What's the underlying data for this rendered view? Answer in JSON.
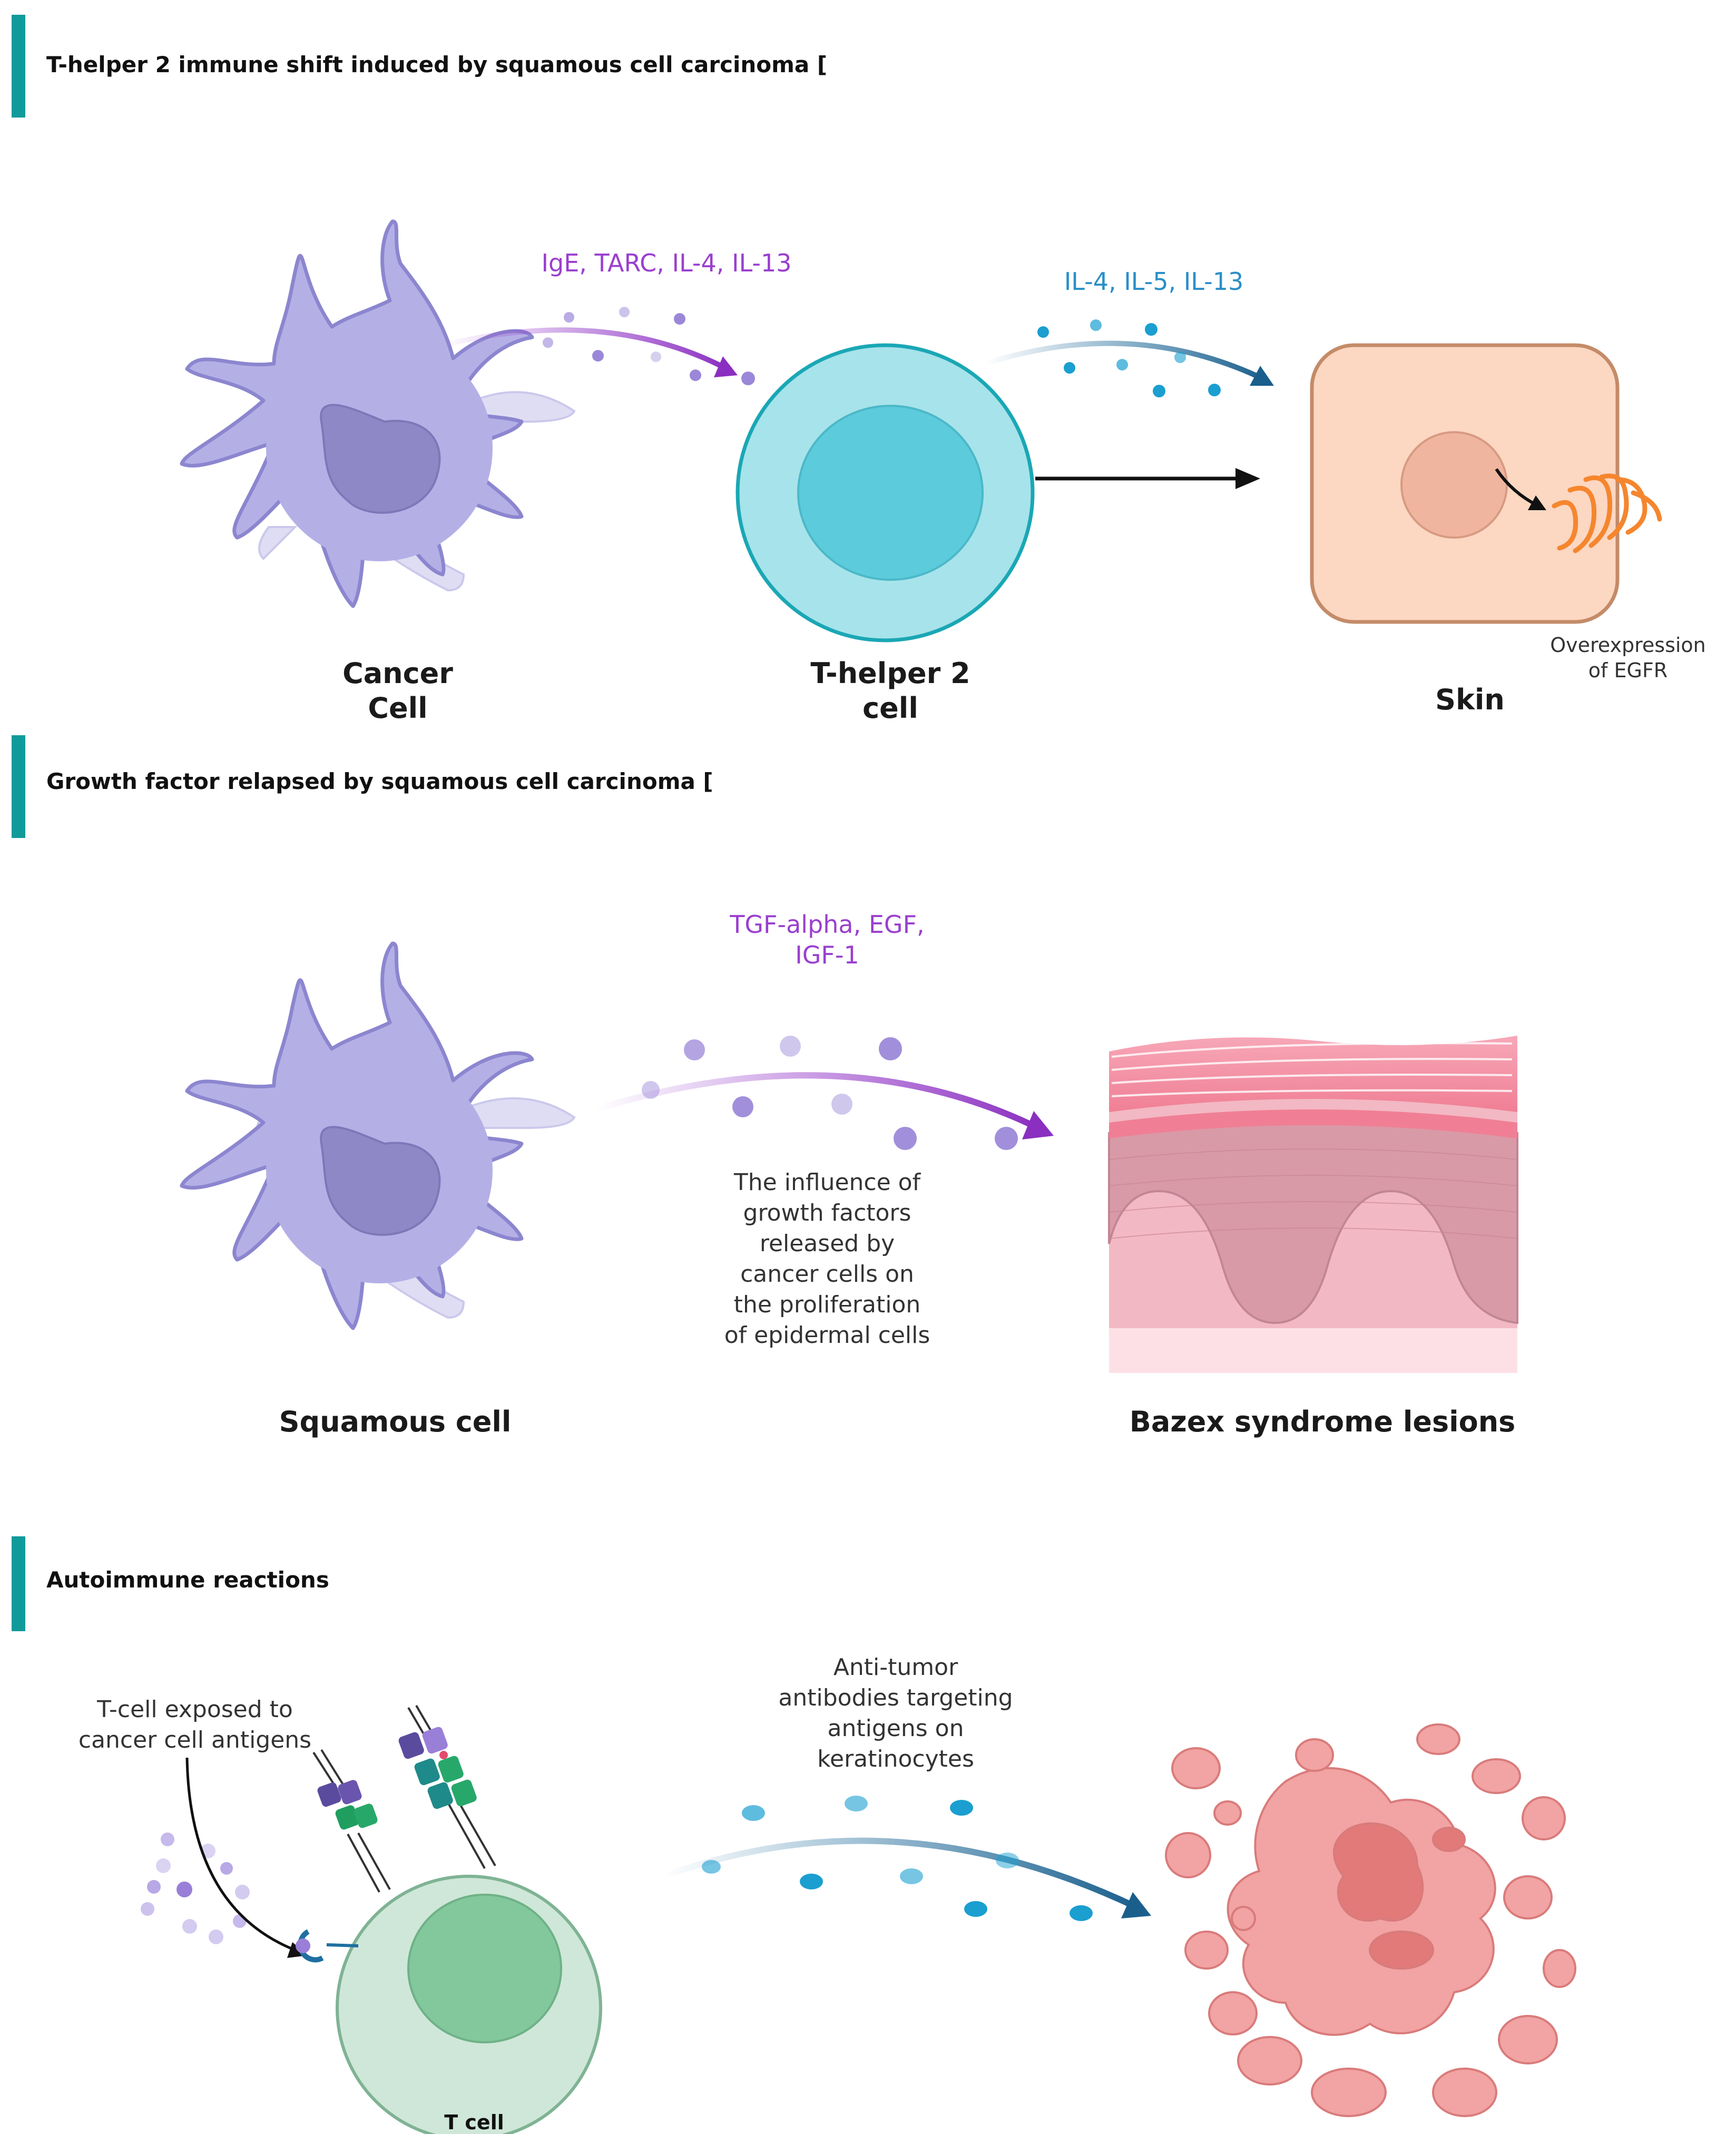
{
  "sections": [
    {
      "title": "T-helper 2 immune shift induced by squamous cell carcinoma [",
      "source_label": "Cancer\nCell",
      "signal_1": "IgE, TARC, IL-4, IL-13",
      "middle_label": "T-helper 2\ncell",
      "signal_2": "IL-4, IL-5, IL-13",
      "target_label": "Skin",
      "receptor_note": "Overexpression\nof EGFR"
    },
    {
      "title": "Growth factor relapsed by squamous cell carcinoma [",
      "source_label": "Squamous cell",
      "signal": "TGF-alpha, EGF,\nIGF-1",
      "note": "The influence of\ngrowth factors\nreleased by\ncancer cells on\nthe proliferation\nof epidermal cells",
      "target_label": "Bazex syndrome lesions"
    },
    {
      "title": "Autoimmune reactions",
      "exposure_note": "T-cell exposed to\ncancer cell antigens",
      "signal": "Anti-tumor\nantibodies targeting\nantigens on\nkeratinocytes",
      "cell_label": "T cell"
    }
  ],
  "colors": {
    "section_bar": "#119a9a",
    "cancer_cell": "#b4b0e6",
    "th2_cell": "#9fe3ea",
    "skin_cell": "#fcd7c2",
    "egfr": "#f5862e",
    "t_cell": "#cfe7d8",
    "lesion": "#f2a3a3",
    "purple_signal": "#9a3fcf",
    "blue_signal": "#1f6fa0"
  },
  "icons": [
    "cancer-cell-icon",
    "th2-cell-icon",
    "skin-cell-icon",
    "egfr-receptor-icon",
    "epidermis-tissue-icon",
    "t-cell-icon",
    "tcr-receptor-icon",
    "skin-lesion-icon"
  ]
}
